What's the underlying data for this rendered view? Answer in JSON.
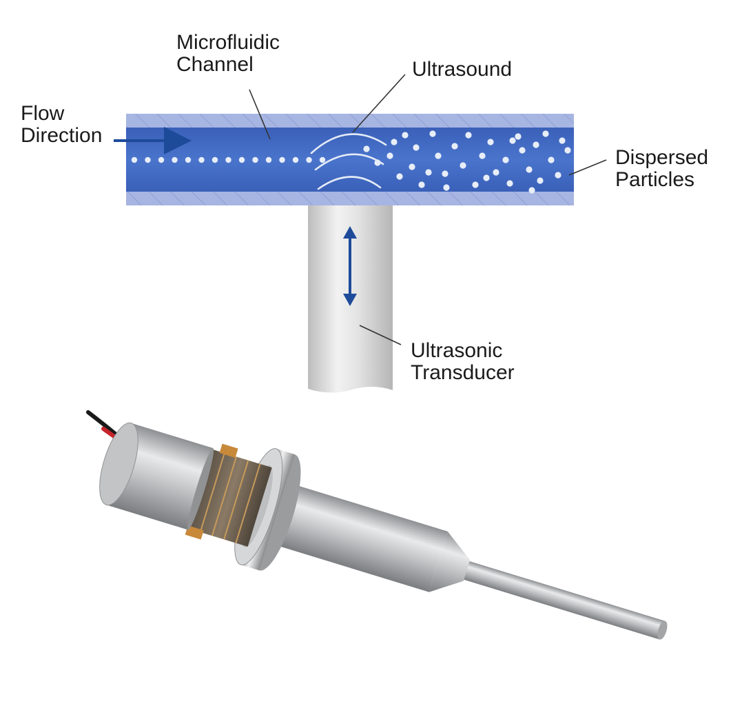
{
  "labels": {
    "flow_direction": [
      "Flow",
      "Direction"
    ],
    "microfluidic_channel": [
      "Microfluidic",
      "Channel"
    ],
    "ultrasound": "Ultrasound",
    "dispersed_particles": [
      "Dispersed",
      "Particles"
    ],
    "ultrasonic_transducer": [
      "Ultrasonic",
      "Transducer"
    ]
  },
  "colors": {
    "channel_fluid": "#3f68c0",
    "channel_wall": "#a7b5e2",
    "arrow": "#1d4b9a",
    "particle": "#e8eef8",
    "wave": "#e4ebf7",
    "transducer": "#d9d9d9",
    "leader": "#333333",
    "text": "#1a1a1a"
  },
  "icons": {
    "flow_arrow": "arrow-right-icon",
    "vibration_arrow": "double-arrow-vertical-icon",
    "product": "ultrasonic-probe-illustration"
  }
}
